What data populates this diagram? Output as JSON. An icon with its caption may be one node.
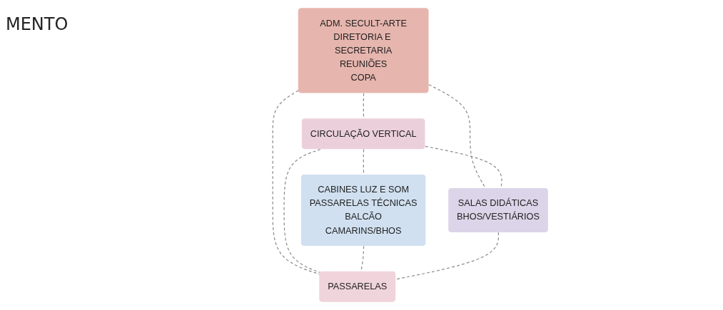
{
  "diagram": {
    "nodes": [
      {
        "text": [
          "ADM. SECULT-ARTE",
          "DIRETORIA E SECRETARIA",
          "REUNIÕES",
          "COPA"
        ]
      },
      {
        "text": [
          "CABINES LUZ E SOM",
          "PASSARELAS TÉCNICAS",
          "BALCÃO",
          "CAMARINS/BHOS"
        ]
      },
      {
        "text": [
          "CIRCULAÇÃO VERTICAL"
        ]
      },
      {
        "text": [
          "SALAS DIDÁTICAS",
          "BHOS/VESTIÁRIOS"
        ]
      },
      {
        "text": [
          "PASSARELAS"
        ]
      }
    ],
    "edges": [
      {
        "from": 0,
        "to": 3,
        "arrow": "none",
        "style": "dashed"
      },
      {
        "from": 0,
        "to": 2,
        "arrow": "none",
        "style": "dashed"
      },
      {
        "from": 0,
        "to": 4,
        "arrow": "none",
        "style": "dashed"
      },
      {
        "from": 2,
        "to": 1,
        "arrow": "none",
        "style": "dashed"
      },
      {
        "from": 2,
        "to": 3,
        "arrow": "none",
        "style": "dashed"
      },
      {
        "from": 2,
        "to": 4,
        "arrow": "none",
        "style": "dashed"
      },
      {
        "from": 1,
        "to": 4,
        "arrow": "none",
        "style": "dashed"
      },
      {
        "from": 3,
        "to": 4,
        "arrow": "none",
        "style": "dashed"
      }
    ],
    "labels": [
      "MENTO"
    ]
  }
}
